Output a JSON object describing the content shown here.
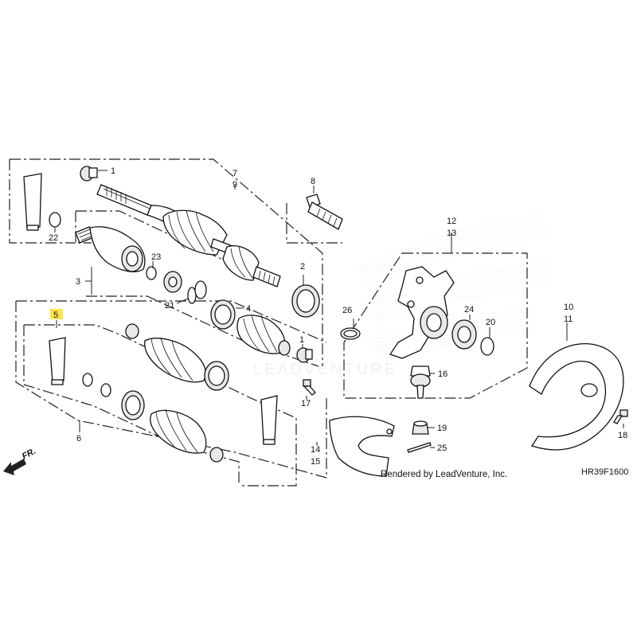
{
  "callouts": {
    "c1a": "1",
    "c1b": "1",
    "c2": "2",
    "c3": "3",
    "c4": "4",
    "c5": "5",
    "c6": "6",
    "c7": "7",
    "c8": "8",
    "c9": "9",
    "c10": "10",
    "c11": "11",
    "c12": "12",
    "c13": "13",
    "c14": "14",
    "c15": "15",
    "c16": "16",
    "c17": "17",
    "c18": "18",
    "c19": "19",
    "c20": "20",
    "c21": "21",
    "c22": "22",
    "c23": "23",
    "c24": "24",
    "c25": "25",
    "c26": "26"
  },
  "front_label": "FR.",
  "credit": "Rendered by LeadVenture, Inc.",
  "diagram_code": "HR39F1600",
  "watermark": "LEADVENTURE",
  "colors": {
    "highlight": "#ffe44d",
    "watermark": "#d9d9d9"
  }
}
